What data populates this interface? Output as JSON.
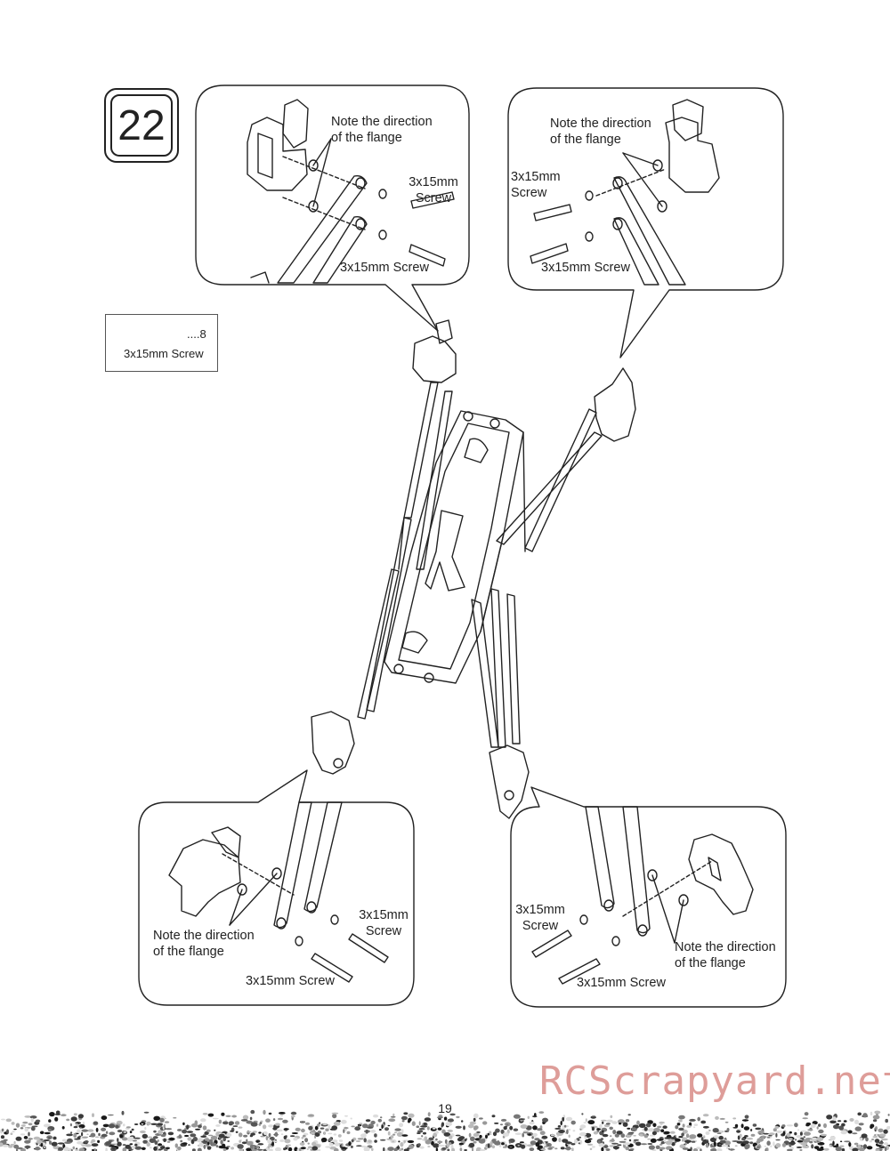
{
  "step": {
    "number": "22"
  },
  "legend": {
    "count": "....8",
    "label": "3x15mm Screw"
  },
  "callouts": {
    "top_left": {
      "note_line1": "Note the direction",
      "note_line2": "of the flange",
      "screw_upper_line1": "3x15mm",
      "screw_upper_line2": "Screw",
      "screw_lower": "3x15mm Screw"
    },
    "top_right": {
      "note_line1": "Note the direction",
      "note_line2": "of the flange",
      "screw_upper_line1": "3x15mm",
      "screw_upper_line2": "Screw",
      "screw_lower": "3x15mm Screw"
    },
    "bottom_left": {
      "note_line1": "Note the direction",
      "note_line2": "of the flange",
      "screw_upper_line1": "3x15mm",
      "screw_upper_line2": "Screw",
      "screw_lower": "3x15mm Screw"
    },
    "bottom_right": {
      "note_line1": "Note the direction",
      "note_line2": "of the flange",
      "screw_upper_line1": "3x15mm",
      "screw_upper_line2": "Screw",
      "screw_lower": "3x15mm Screw"
    }
  },
  "page_number": "19",
  "watermark": "RCScrapyard.net"
}
